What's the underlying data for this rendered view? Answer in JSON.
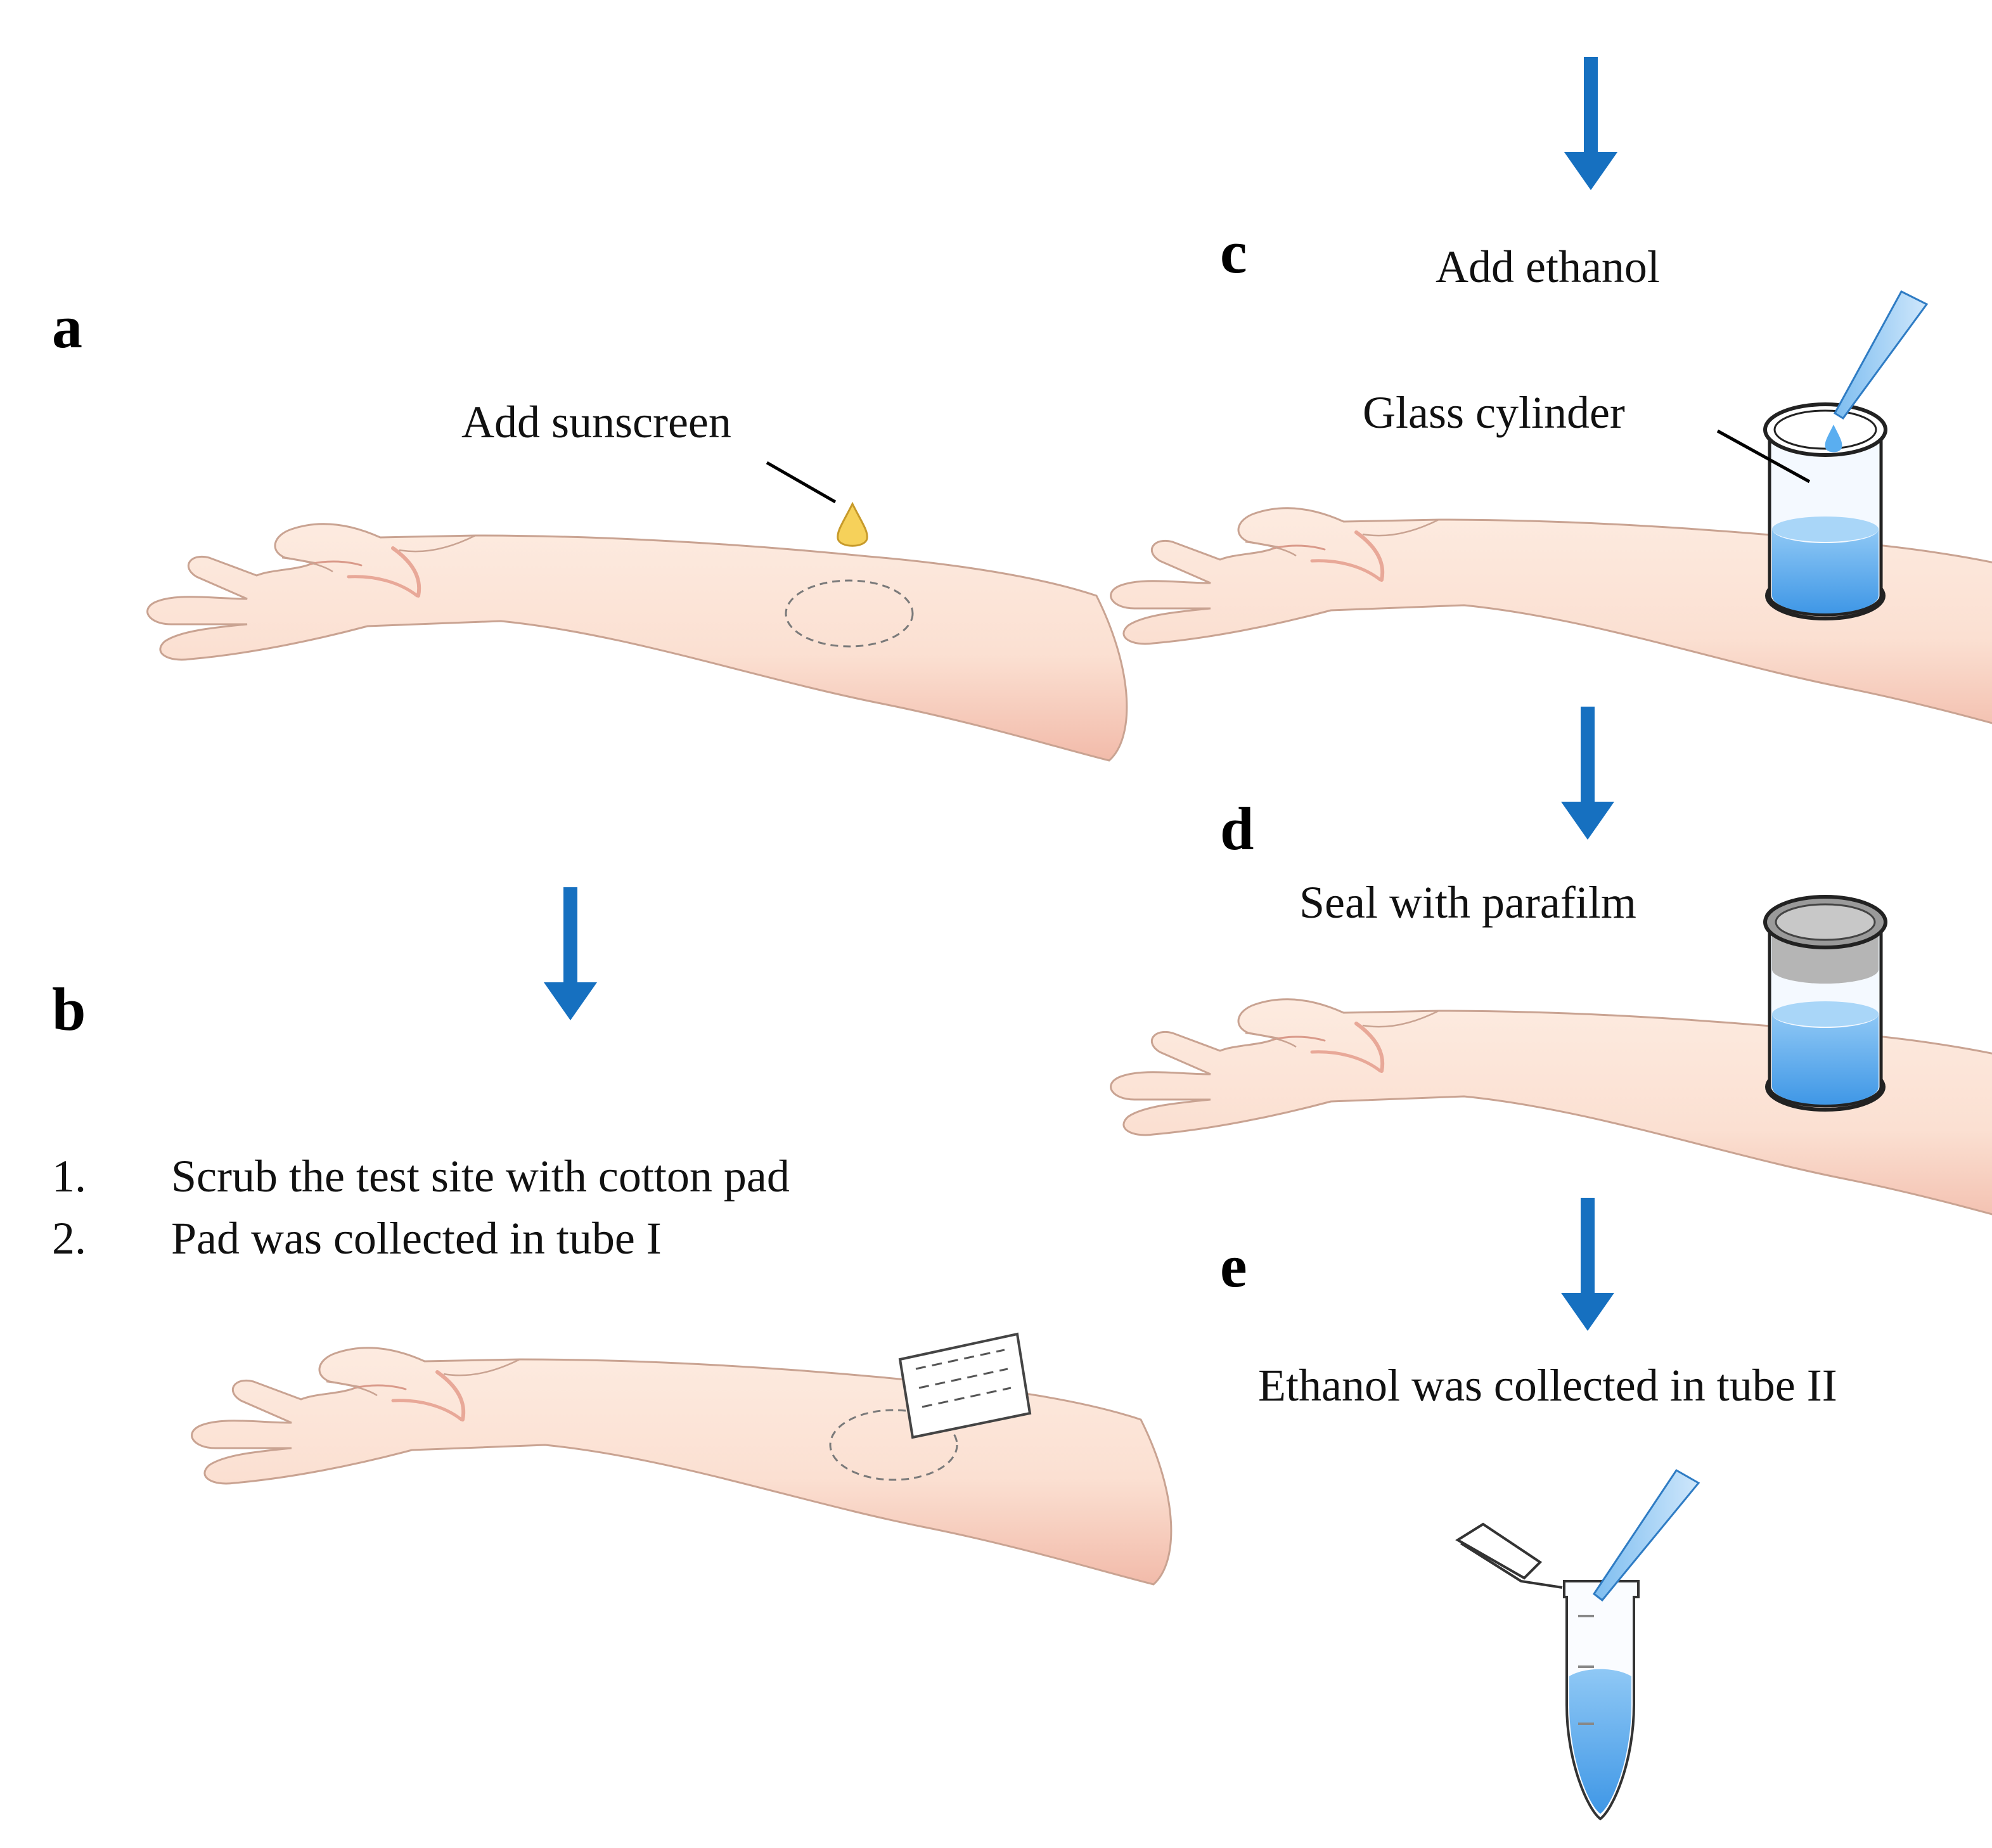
{
  "panels": {
    "a": {
      "letter": "a",
      "sunscreen_label": "Add sunscreen"
    },
    "b": {
      "letter": "b",
      "steps": [
        {
          "number": "1.",
          "text": "Scrub the test site with cotton pad"
        },
        {
          "number": "2.",
          "text": "Pad was collected in tube I"
        }
      ]
    },
    "c": {
      "letter": "c",
      "step_label": "Add ethanol",
      "cylinder_label": "Glass cylinder"
    },
    "d": {
      "letter": "d",
      "step_label": "Seal with parafilm"
    },
    "e": {
      "letter": "e",
      "step_label": "Ethanol was collected in tube II"
    }
  },
  "colors": {
    "arrow": "#1670C0",
    "skin": "#FBE3D6",
    "skin_shadow": "#F3C2B3",
    "liquid": "#5AAEF0",
    "droplet": "#F6D15A"
  }
}
